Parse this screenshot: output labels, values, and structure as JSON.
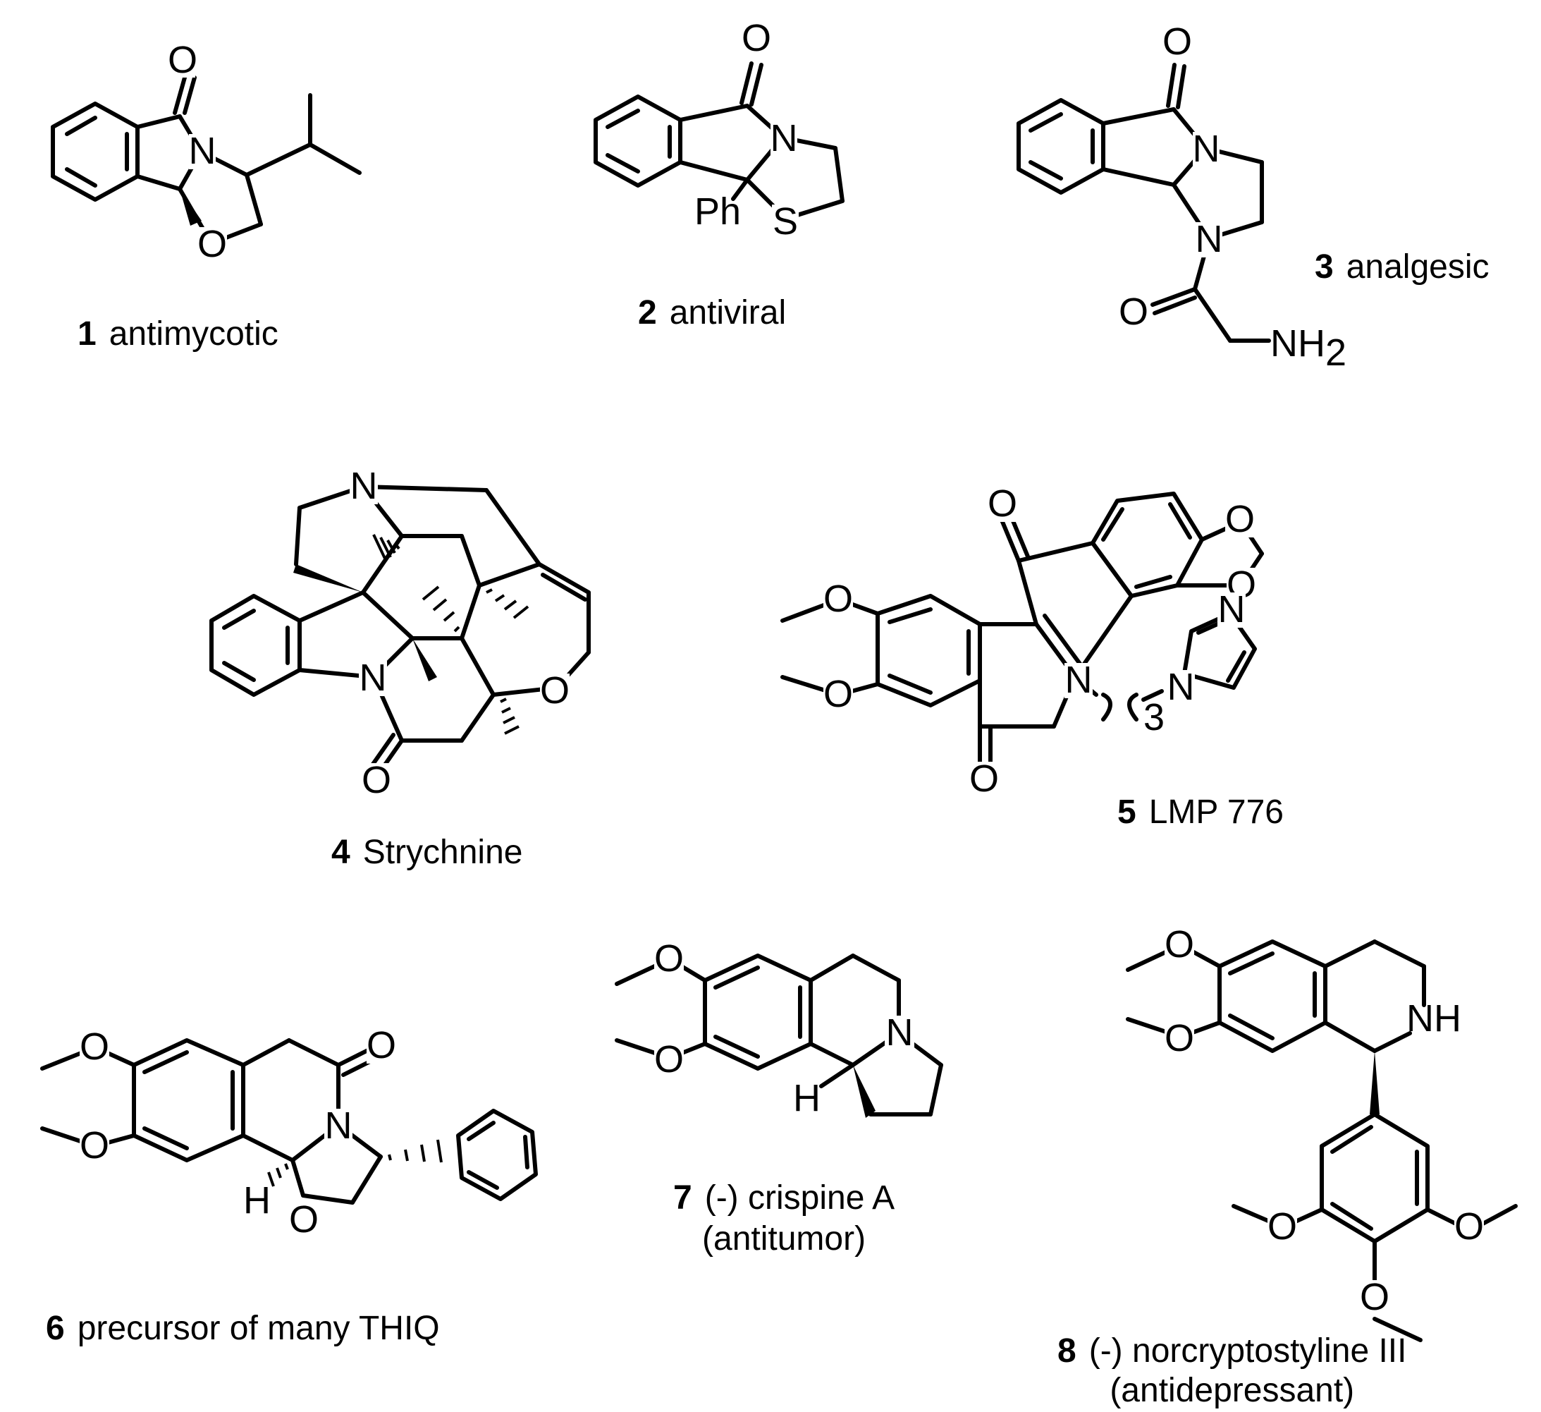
{
  "compounds": [
    {
      "number": "1",
      "label": "antimycotic"
    },
    {
      "number": "2",
      "label": "antiviral"
    },
    {
      "number": "3",
      "label": "analgesic"
    },
    {
      "number": "4",
      "label": "Strychnine"
    },
    {
      "number": "5",
      "label": "LMP 776"
    },
    {
      "number": "6",
      "label": "precursor of many THIQ"
    },
    {
      "number": "7",
      "label": "(-) crispine A",
      "sublabel": "(antitumor)"
    },
    {
      "number": "8",
      "label": "(-) norcryptostyline III",
      "sublabel": "(antidepressant)"
    }
  ],
  "atoms": {
    "O": "O",
    "N": "N",
    "S": "S",
    "H": "H",
    "Ph": "Ph",
    "NH": "NH",
    "NH2": "NH",
    "sub2": "2",
    "sub3": "3"
  }
}
